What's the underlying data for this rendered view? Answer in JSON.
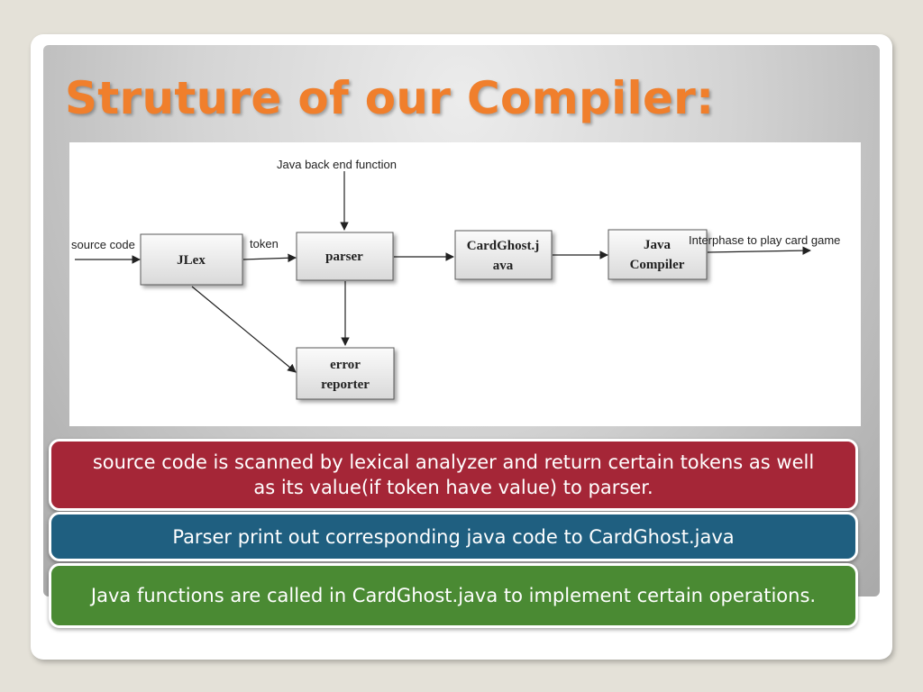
{
  "slide": {
    "title": "Struture of our Compiler:"
  },
  "diagram": {
    "nodes": {
      "jlex": "JLex",
      "parser": "parser",
      "cardghost_line1": "CardGhost.j",
      "cardghost_line2": "ava",
      "java_compiler_line1": "Java",
      "java_compiler_line2": "Compiler",
      "error_reporter_line1": "error",
      "error_reporter_line2": "reporter"
    },
    "labels": {
      "java_back_end": "Java back end function",
      "source_code": "source code",
      "token": "token",
      "interphase": "Interphase to play card game"
    }
  },
  "bands": {
    "red": "source code is scanned by lexical analyzer and return certain tokens as well as its value(if token have value) to parser.",
    "blue": "Parser print out corresponding java code to CardGhost.java",
    "green": "Java functions are called in CardGhost.java to implement certain operations."
  },
  "colors": {
    "title": "#f07f2c",
    "band_red": "#a52637",
    "band_blue": "#1f5f80",
    "band_green": "#4a8a33"
  }
}
